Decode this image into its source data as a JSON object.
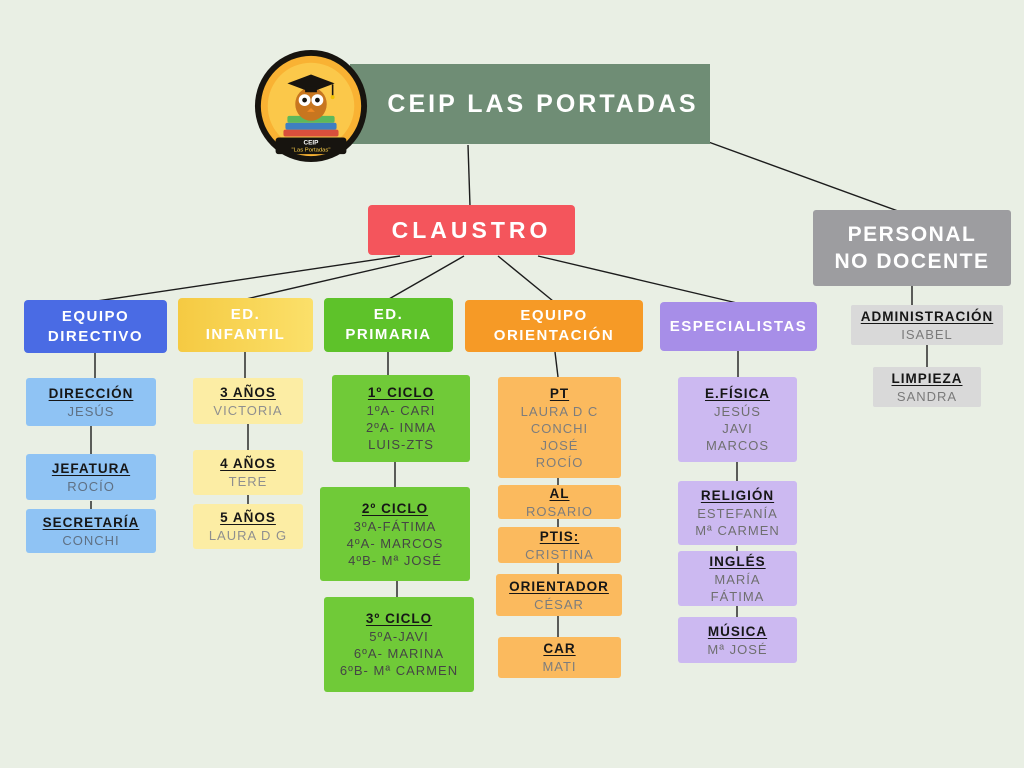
{
  "banner": {
    "title": "CEIP LAS PORTADAS"
  },
  "logo": {
    "line1": "CEIP",
    "line2": "\"Las Portadas\""
  },
  "claustro": {
    "label": "CLAUSTRO"
  },
  "personal": {
    "header_lines": [
      "PERSONAL",
      "NO DOCENTE"
    ],
    "boxes": [
      {
        "title": "ADMINISTRACIÓN",
        "names": [
          "ISABEL"
        ]
      },
      {
        "title": "LIMPIEZA",
        "names": [
          "SANDRA"
        ]
      }
    ]
  },
  "columns": [
    {
      "id": "equipo-directivo",
      "header_lines": [
        "EQUIPO",
        "DIRECTIVO"
      ],
      "boxes": [
        {
          "title": "DIRECCIÓN",
          "names": [
            "JESÚS"
          ]
        },
        {
          "title": "JEFATURA",
          "names": [
            "ROCÍO"
          ]
        },
        {
          "title": "SECRETARÍA",
          "names": [
            "CONCHI"
          ]
        }
      ]
    },
    {
      "id": "ed-infantil",
      "header_lines": [
        "ED.",
        "INFANTIL"
      ],
      "boxes": [
        {
          "title": "3 AÑOS",
          "names": [
            "VICTORIA"
          ]
        },
        {
          "title": "4 AÑOS",
          "names": [
            "TERE"
          ]
        },
        {
          "title": "5 AÑOS",
          "names": [
            "LAURA D G"
          ]
        }
      ]
    },
    {
      "id": "ed-primaria",
      "header_lines": [
        "ED.",
        "PRIMARIA"
      ],
      "boxes": [
        {
          "title": "1º CICLO",
          "names": [
            "1ºA- CARI",
            "2ºA- INMA",
            "LUIS-ZTS"
          ]
        },
        {
          "title": "2º CICLO",
          "names": [
            "3ºA-FÁTIMA",
            "4ºA- MARCOS",
            "4ºB- Mª JOSÉ"
          ]
        },
        {
          "title": "3º CICLO",
          "names": [
            "5ºA-JAVI",
            "6ºA- MARINA",
            "6ºB- Mª CARMEN"
          ]
        }
      ]
    },
    {
      "id": "equipo-orientacion",
      "header_lines": [
        "EQUIPO",
        "ORIENTACIÓN"
      ],
      "boxes": [
        {
          "title": "PT",
          "names": [
            "LAURA D C",
            "CONCHI",
            "JOSÉ",
            "ROCÍO"
          ]
        },
        {
          "title": "AL",
          "names": [
            "ROSARIO"
          ]
        },
        {
          "title": "PTIS:",
          "names": [
            "CRISTINA"
          ]
        },
        {
          "title": "ORIENTADOR",
          "names": [
            "CÉSAR"
          ]
        },
        {
          "title": "CAR",
          "names": [
            "MATI"
          ]
        }
      ]
    },
    {
      "id": "especialistas",
      "header_lines": [
        "ESPECIALISTAS"
      ],
      "boxes": [
        {
          "title": "E.FÍSICA",
          "names": [
            "JESÚS",
            "JAVI",
            "MARCOS"
          ]
        },
        {
          "title": "RELIGIÓN",
          "names": [
            "ESTEFANÍA",
            "Mª CARMEN"
          ]
        },
        {
          "title": "INGLÉS",
          "names": [
            "MARÍA",
            "FÁTIMA"
          ]
        },
        {
          "title": "MÚSICA",
          "names": [
            "Mª JOSÉ"
          ]
        }
      ]
    }
  ],
  "palette": {
    "background": "#e9efe4",
    "banner_green": "#6f8d75",
    "claustro_red": "#f4555c",
    "personal_gray": "#9d9da0",
    "directivo_blue": "#4a6be4",
    "directivo_light": "#8fc3f4",
    "infantil_yellow": "#f8d24f",
    "infantil_light": "#fceda4",
    "primaria_green": "#5ec22a",
    "primaria_light": "#70ca38",
    "orientacion_orange": "#f69a26",
    "orientacion_light": "#fbba5e",
    "especialistas_purple": "#a78ee8",
    "especialistas_light": "#ccb9f1",
    "nodocente_light": "#d9d9d9",
    "line_color": "#1c1c1c"
  }
}
